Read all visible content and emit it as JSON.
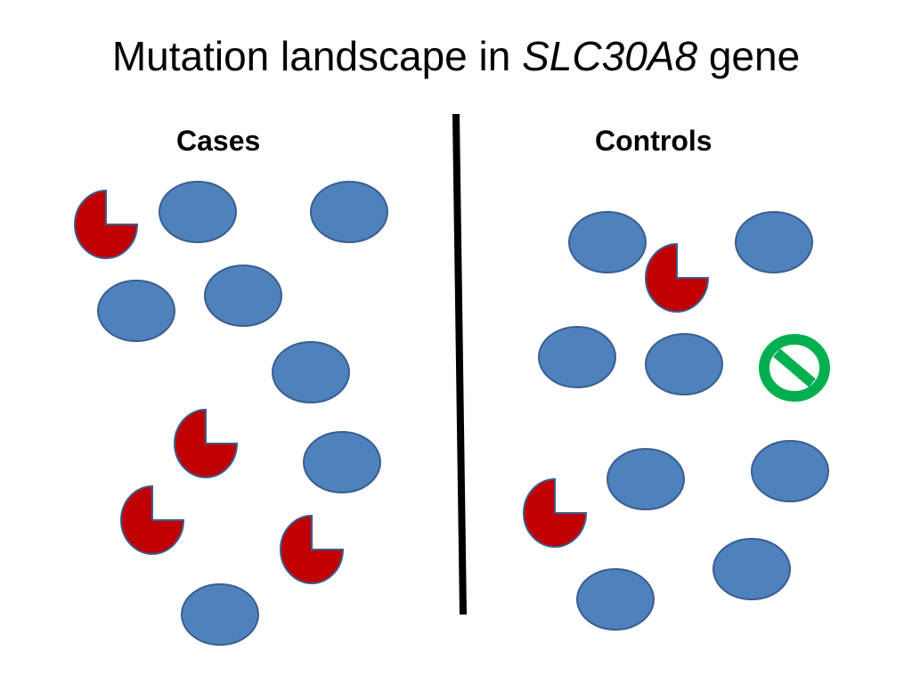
{
  "title": {
    "pre": "Mutation landscape in ",
    "gene": "SLC30A8",
    "post": " gene"
  },
  "groups": {
    "cases": {
      "label": "Cases"
    },
    "controls": {
      "label": "Controls"
    }
  },
  "colors": {
    "normal": "#4f81bd",
    "normal_stroke": "#3a5f8f",
    "mutant": "#c00000",
    "mutant_stroke": "#3a5f8f",
    "null": "#00b050",
    "divider": "#000000"
  },
  "icons": {
    "normal": "blue-oval-icon",
    "mutant": "red-pacman-icon",
    "null": "green-no-symbol-icon"
  }
}
